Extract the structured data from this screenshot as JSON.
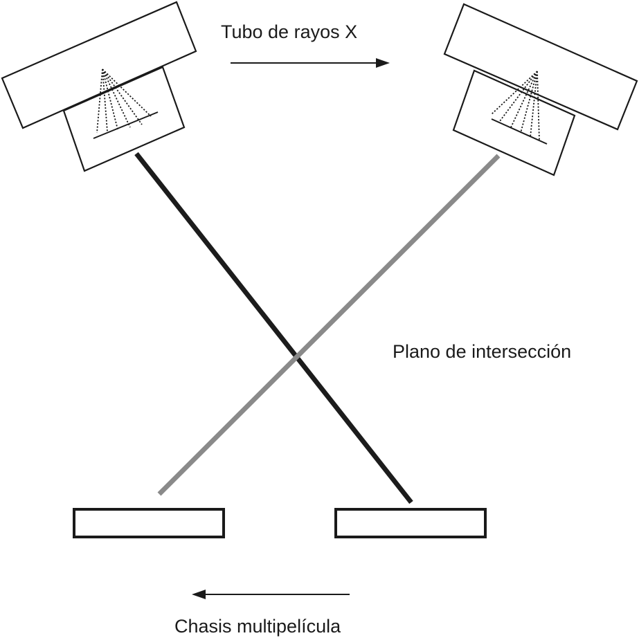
{
  "labels": {
    "tube": "Tubo de rayos X",
    "intersection_plane": "Plano de intersección",
    "cassette": "Chasis multipelícula"
  },
  "colors": {
    "ink": "#1a1a1a",
    "beam_left": "#1c1c1c",
    "beam_right": "#8a8a8a",
    "background": "#ffffff"
  }
}
